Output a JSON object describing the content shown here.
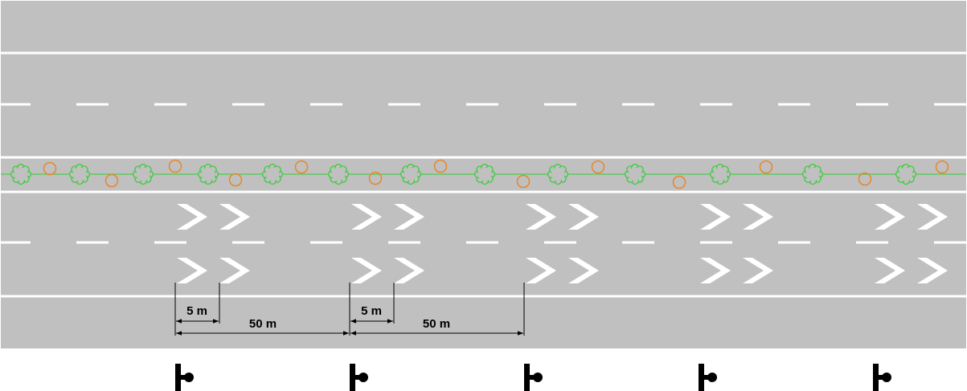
{
  "diagram": {
    "type": "road-marking-plan",
    "colors": {
      "road": "#c0c0c0",
      "marking": "#ffffff",
      "median_line": "#33cc33",
      "shrub": "#33cc33",
      "tree": "#e8862a",
      "dimension": "#000000",
      "background": "#ffffff"
    },
    "icons": {
      "shrub": "shrub-icon",
      "tree": "tree-icon",
      "chevron": "chevron-marking-icon",
      "post": "sign-post-icon"
    },
    "dimensions": [
      {
        "id": "small-1",
        "label": "5 m"
      },
      {
        "id": "large-1",
        "label": "50 m"
      },
      {
        "id": "small-2",
        "label": "5 m"
      },
      {
        "id": "large-2",
        "label": "50 m"
      }
    ],
    "chevron_group_count": 5,
    "sign_post_count": 5
  }
}
